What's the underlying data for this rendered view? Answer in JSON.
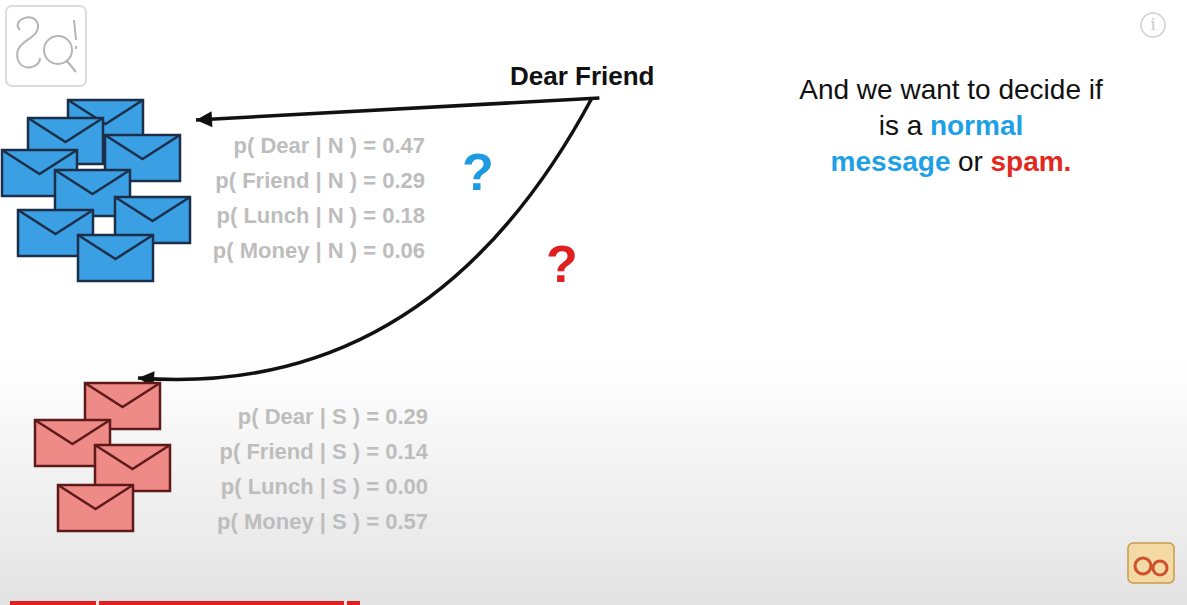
{
  "diagram": {
    "nodes": [
      {
        "text": [
          "Dear Friend"
        ]
      },
      {
        "text": [
          "p( Dear | N ) = 0.47",
          "p( Friend | N ) = 0.29",
          "p( Lunch | N ) = 0.18",
          "p( Money | N ) = 0.06"
        ]
      },
      {
        "text": [
          "p( Dear | S ) = 0.29",
          "p( Friend | S ) = 0.14",
          "p( Lunch | S ) = 0.00",
          "p( Money | S ) = 0.57"
        ]
      }
    ],
    "edges": [
      {
        "from": 0,
        "to": 1,
        "label": "?",
        "arrow": "to"
      },
      {
        "from": 0,
        "to": 2,
        "label": "?",
        "arrow": "to"
      }
    ],
    "labels": [
      "i",
      "And we want to decide if is a",
      "normal message",
      "or",
      "spam."
    ]
  }
}
